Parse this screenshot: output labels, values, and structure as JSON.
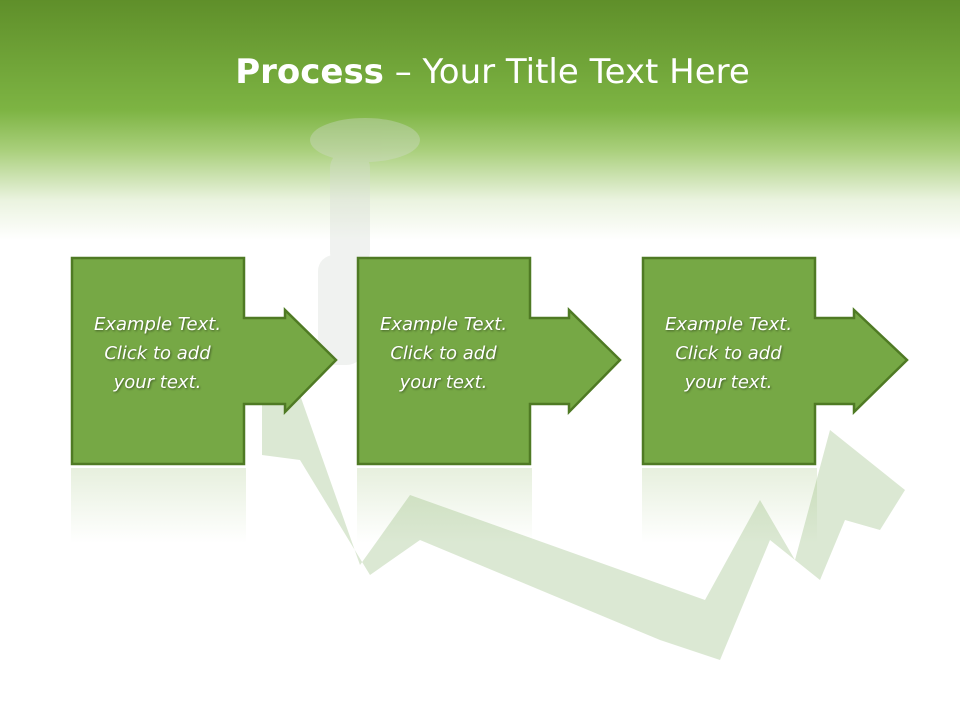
{
  "slide": {
    "title_bold": "Process",
    "title_rest": " – Your Title Text Here"
  },
  "steps": [
    {
      "text_line1": "Example Text.",
      "text_line2": "Click  to add",
      "text_line3": "your text."
    },
    {
      "text_line1": "Example Text.",
      "text_line2": "Click  to add",
      "text_line3": "your text."
    },
    {
      "text_line1": "Example Text.",
      "text_line2": "Click  to add",
      "text_line3": "your text."
    }
  ],
  "colors": {
    "header_green": "#7db443",
    "box_fill": "#76a845",
    "box_border": "#4f7a24",
    "arrow_bg": "#cfe0c4"
  },
  "icons": {
    "background_figure": "figure-on-arrow-illustration"
  }
}
